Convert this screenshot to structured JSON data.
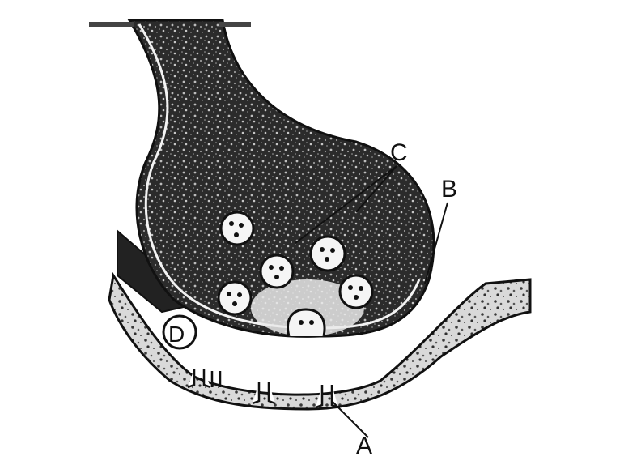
{
  "figure": {
    "labels": {
      "a": "A",
      "b": "B",
      "c": "C",
      "d": "D"
    }
  }
}
